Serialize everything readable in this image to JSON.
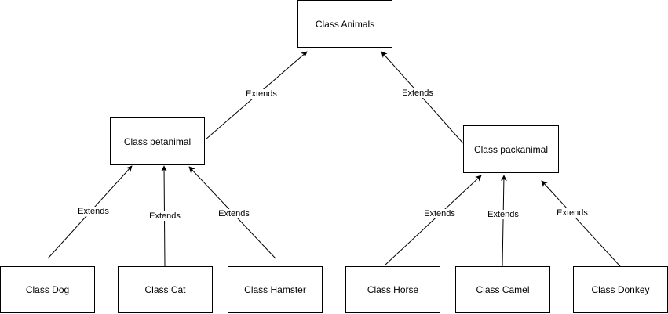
{
  "diagram": {
    "nodes": {
      "animals": "Class Animals",
      "petanimal": "Class petanimal",
      "packanimal": "Class packanimal",
      "dog": "Class Dog",
      "cat": "Class Cat",
      "hamster": "Class Hamster",
      "horse": "Class Horse",
      "camel": "Class Camel",
      "donkey": "Class Donkey"
    },
    "edges": [
      {
        "from": "petanimal",
        "to": "animals",
        "label": "Extends"
      },
      {
        "from": "packanimal",
        "to": "animals",
        "label": "Extends"
      },
      {
        "from": "dog",
        "to": "petanimal",
        "label": "Extends"
      },
      {
        "from": "cat",
        "to": "petanimal",
        "label": "Extends"
      },
      {
        "from": "hamster",
        "to": "petanimal",
        "label": "Extends"
      },
      {
        "from": "horse",
        "to": "packanimal",
        "label": "Extends"
      },
      {
        "from": "camel",
        "to": "packanimal",
        "label": "Extends"
      },
      {
        "from": "donkey",
        "to": "packanimal",
        "label": "Extends"
      }
    ],
    "colors": {
      "stroke": "#000000",
      "background": "#ffffff"
    }
  }
}
